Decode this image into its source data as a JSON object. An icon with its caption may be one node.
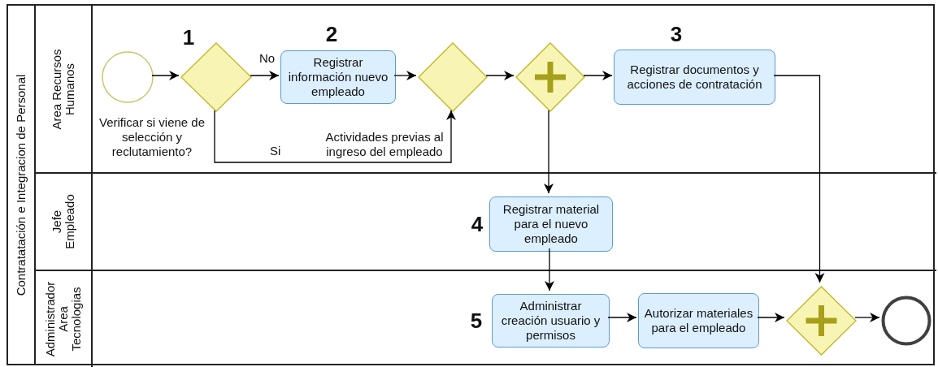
{
  "diagram": {
    "nodes": [
      {
        "text": [
          "Contratatación e Integracion de Personal"
        ]
      },
      {
        "text": [
          "Area Recursos Humanos"
        ],
        "in": 0
      },
      {
        "text": [
          "Jefe Empleado"
        ],
        "in": 0
      },
      {
        "text": [
          "Administrador Area Tecnologias"
        ],
        "in": 0
      },
      {
        "text": [],
        "shape": "circle",
        "in": 1
      },
      {
        "text": [
          "Verificar si viene de selección y reclutamiento?"
        ],
        "beside": [
          "1"
        ],
        "in": 1
      },
      {
        "text": [
          "Registrar información nuevo empleado"
        ],
        "beside": [
          "2"
        ],
        "in": 1
      },
      {
        "text": [
          "Actividades previas al ingreso del empleado"
        ],
        "in": 1
      },
      {
        "text": [],
        "shape": "diamond",
        "in": 1
      },
      {
        "text": [
          "Registrar documentos y acciones de contratación"
        ],
        "beside": [
          "3"
        ],
        "in": 1
      },
      {
        "text": [
          "Registrar material para el nuevo empleado"
        ],
        "beside": [
          "4"
        ],
        "in": 2
      },
      {
        "text": [
          "Administrar creación usuario y permisos"
        ],
        "beside": [
          "5"
        ],
        "in": 3
      },
      {
        "text": [
          "Autorizar materiales para el empleado"
        ],
        "in": 3
      },
      {
        "text": [],
        "shape": "diamond",
        "in": 3
      },
      {
        "text": [],
        "shape": "circle",
        "in": 3
      }
    ],
    "edges": [
      {
        "from": 4,
        "to": 5,
        "arrow": "to"
      },
      {
        "from": 5,
        "to": 6,
        "arrow": "to",
        "label": "No"
      },
      {
        "from": 6,
        "to": 7,
        "arrow": "to"
      },
      {
        "from": 5,
        "to": 7,
        "arrow": "to",
        "label": "Si"
      },
      {
        "from": 7,
        "to": 8,
        "arrow": "to"
      },
      {
        "from": 8,
        "to": 9,
        "arrow": "to"
      },
      {
        "from": 8,
        "to": 10,
        "arrow": "to"
      },
      {
        "from": 9,
        "to": 13,
        "arrow": "to"
      },
      {
        "from": 10,
        "to": 11,
        "arrow": "to"
      },
      {
        "from": 11,
        "to": 12,
        "arrow": "to"
      },
      {
        "from": 12,
        "to": 13,
        "arrow": "to"
      },
      {
        "from": 13,
        "to": 14,
        "arrow": "to"
      }
    ]
  }
}
